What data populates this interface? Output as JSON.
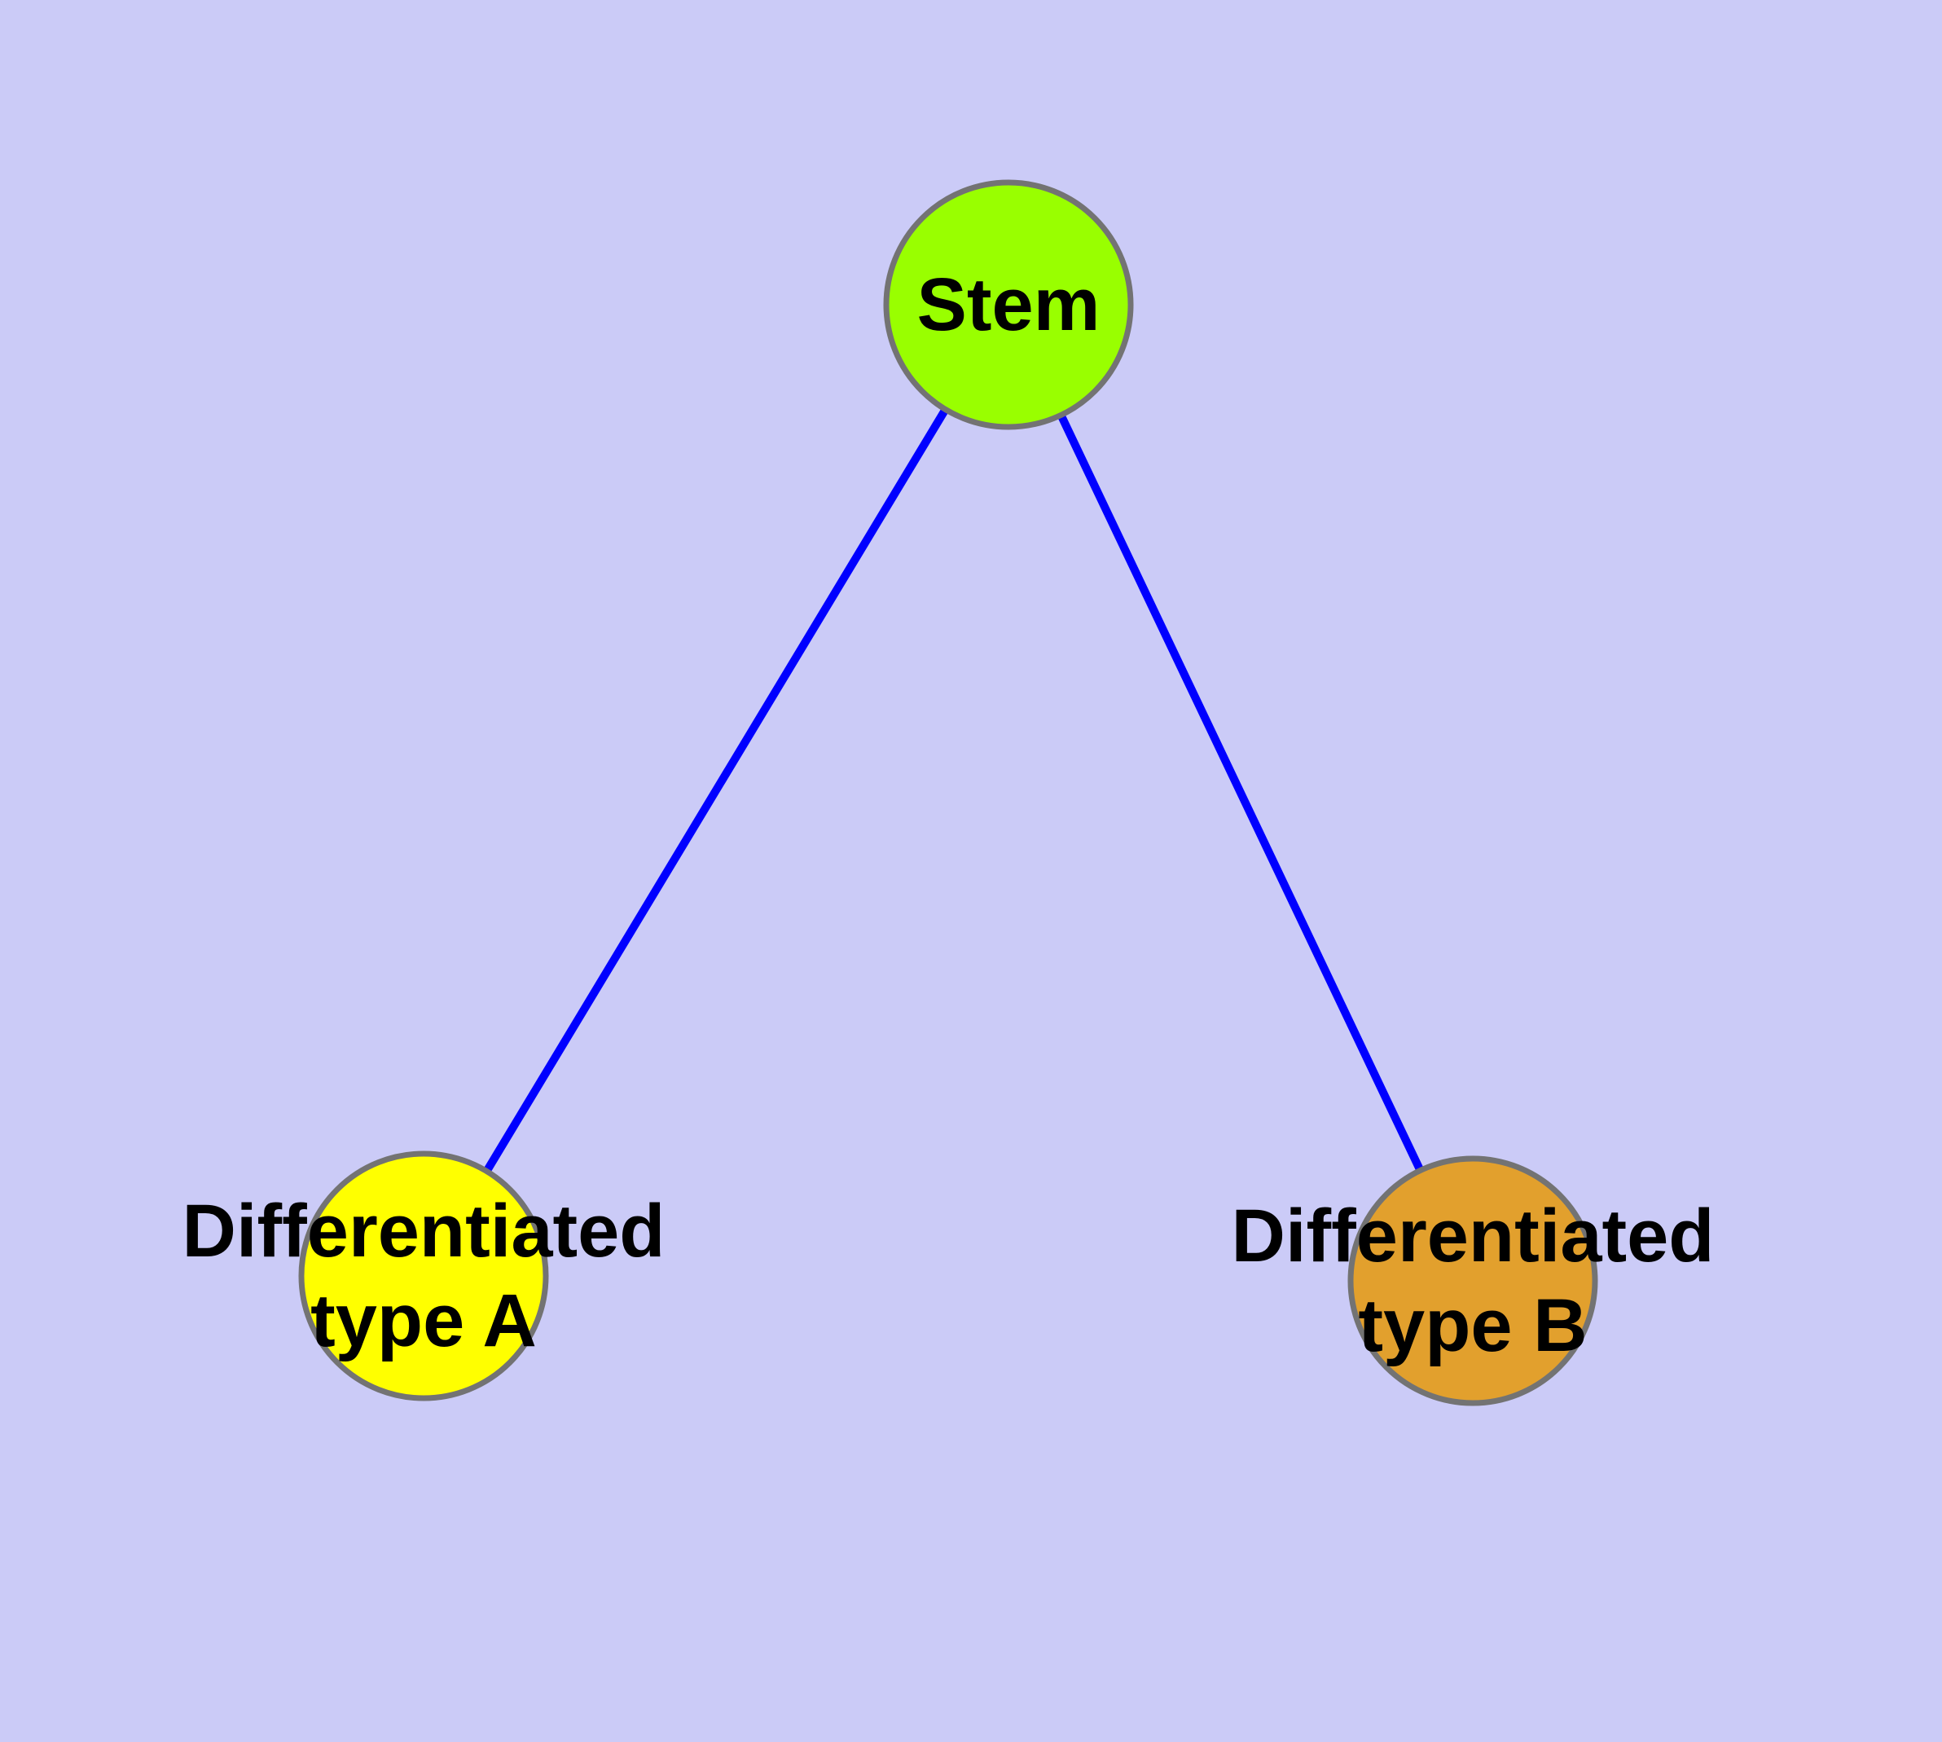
{
  "diagram": {
    "type": "node-link-graph",
    "description": "Cell differentiation hierarchy: a stem node with two differentiated child types"
  },
  "colors": {
    "background": "#CBCBF7",
    "edge": "#0000FF",
    "node_border": "#737373",
    "label_text": "#000000"
  },
  "nodes": {
    "stem": {
      "label": "Stem",
      "fill": "#99FF00"
    },
    "type_a": {
      "label_line1": "Differentiated",
      "label_line2": "type A",
      "fill": "#FFFF00"
    },
    "type_b": {
      "label_line1": "Differentiated",
      "label_line2": "type B",
      "fill": "#E2A02D"
    }
  },
  "edges": [
    {
      "from": "Stem",
      "to": "Differentiated type A"
    },
    {
      "from": "Stem",
      "to": "Differentiated type B"
    }
  ]
}
